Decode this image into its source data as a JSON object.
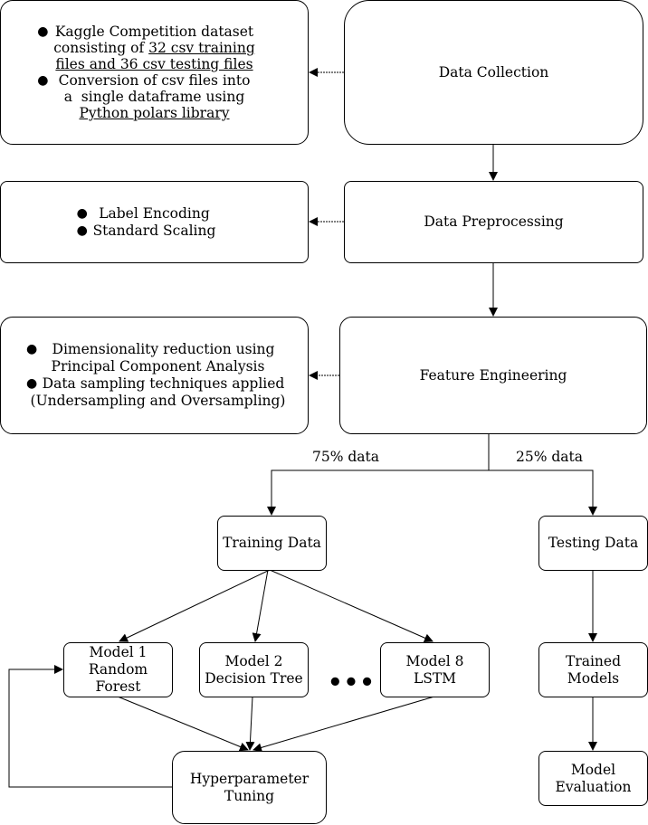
{
  "nodes": {
    "data_collection": "Data Collection",
    "data_preprocessing": "Data Preprocessing",
    "feature_engineering": "Feature Engineering",
    "training_data": "Training Data",
    "testing_data": "Testing Data",
    "model1": [
      "Model 1",
      "Random Forest"
    ],
    "model2": [
      "Model 2",
      "Decision Tree"
    ],
    "model8": [
      "Model 8",
      "LSTM"
    ],
    "trained_models": [
      "Trained",
      "Models"
    ],
    "model_evaluation": [
      "Model",
      "Evaluation"
    ],
    "hyperparameter_tuning": [
      "Hyperparameter",
      "Tuning"
    ]
  },
  "notes": {
    "collection": {
      "b1_l1": "Kaggle Competition dataset",
      "b1_l2a": "consisting of ",
      "b1_l2b": "32 csv training",
      "b1_l3": "files and 36 csv testing files",
      "b2_l1": "Conversion of csv files into",
      "b2_l2": "a  single dataframe using",
      "b2_l3": "Python polars library"
    },
    "preprocessing": [
      "Label Encoding",
      "Standard Scaling"
    ],
    "feature": {
      "b1_l1": "Dimensionality reduction using",
      "b1_l2": "Principal Component Analysis",
      "b2_l1": "Data sampling techniques applied",
      "b2_l2": "(Undersampling and Oversampling)"
    }
  },
  "edge_labels": {
    "train_split": "75% data",
    "test_split": "25% data"
  },
  "ellipsis": "•••"
}
